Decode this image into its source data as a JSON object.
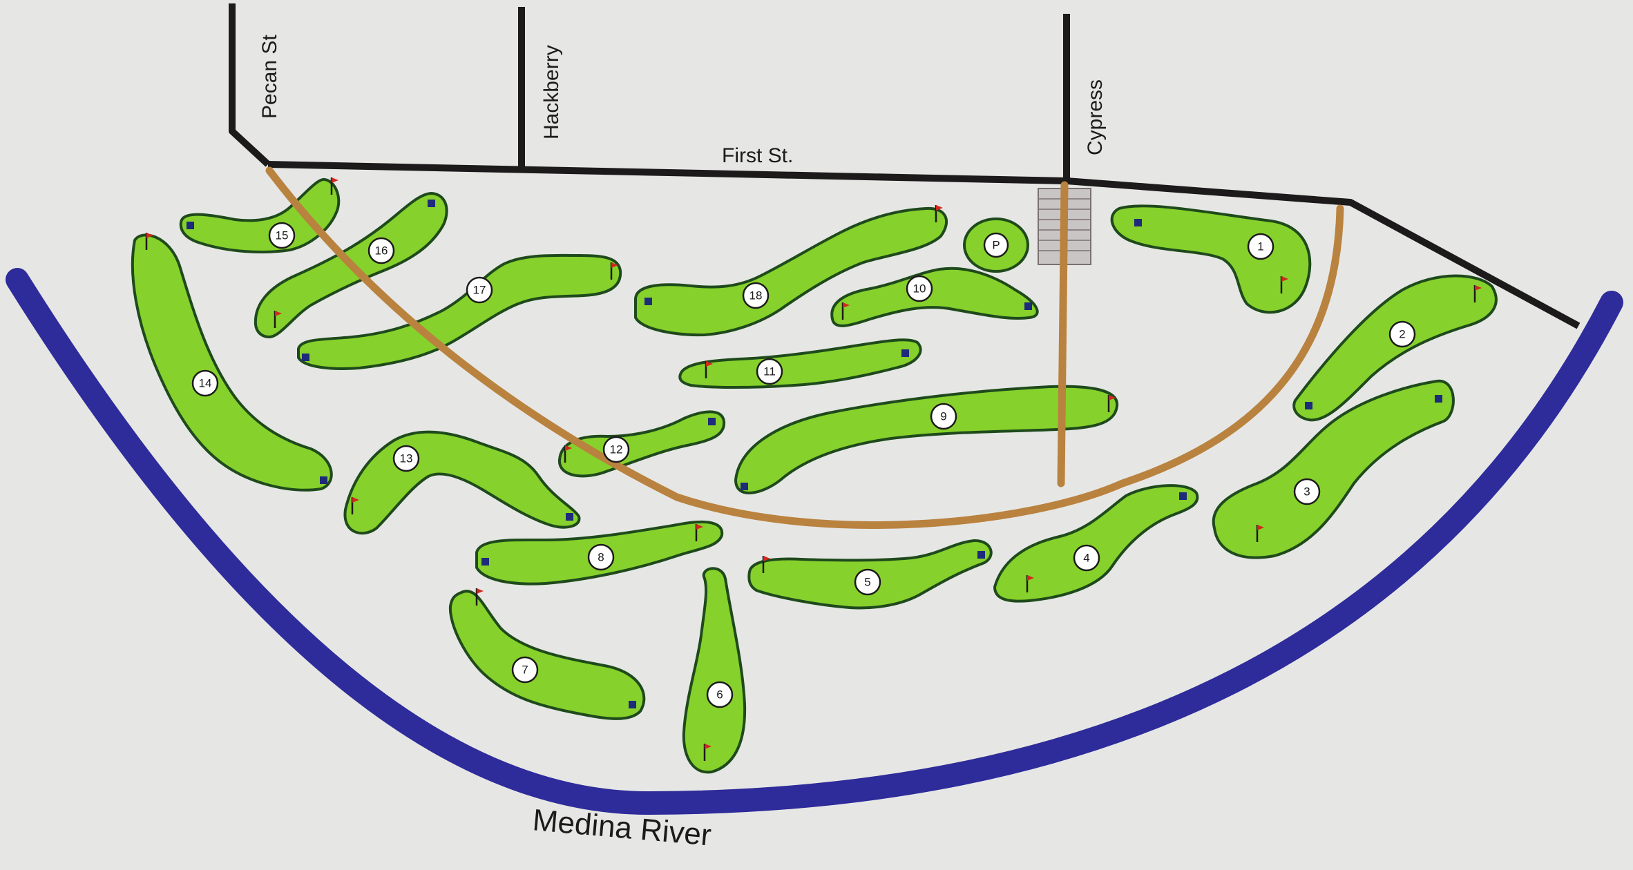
{
  "streets": {
    "pecan": "Pecan St",
    "hackberry": "Hackberry",
    "cypress": "Cypress",
    "first": "First St."
  },
  "river": {
    "label": "Medina River"
  },
  "practice_green": {
    "label": "P"
  },
  "holes": [
    {
      "number": "1"
    },
    {
      "number": "2"
    },
    {
      "number": "3"
    },
    {
      "number": "4"
    },
    {
      "number": "5"
    },
    {
      "number": "6"
    },
    {
      "number": "7"
    },
    {
      "number": "8"
    },
    {
      "number": "9"
    },
    {
      "number": "10"
    },
    {
      "number": "11"
    },
    {
      "number": "12"
    },
    {
      "number": "13"
    },
    {
      "number": "14"
    },
    {
      "number": "15"
    },
    {
      "number": "16"
    },
    {
      "number": "17"
    },
    {
      "number": "18"
    }
  ],
  "colors": {
    "background": "#e6e7e5",
    "fairway": "#86d12b",
    "fairway_outline": "#1f4a1c",
    "street": "#1c1a1a",
    "cart_path": "#b9823f",
    "river": "#2e2b9a",
    "flag": "#d2281e",
    "tee_marker": "#1e2a7a"
  }
}
